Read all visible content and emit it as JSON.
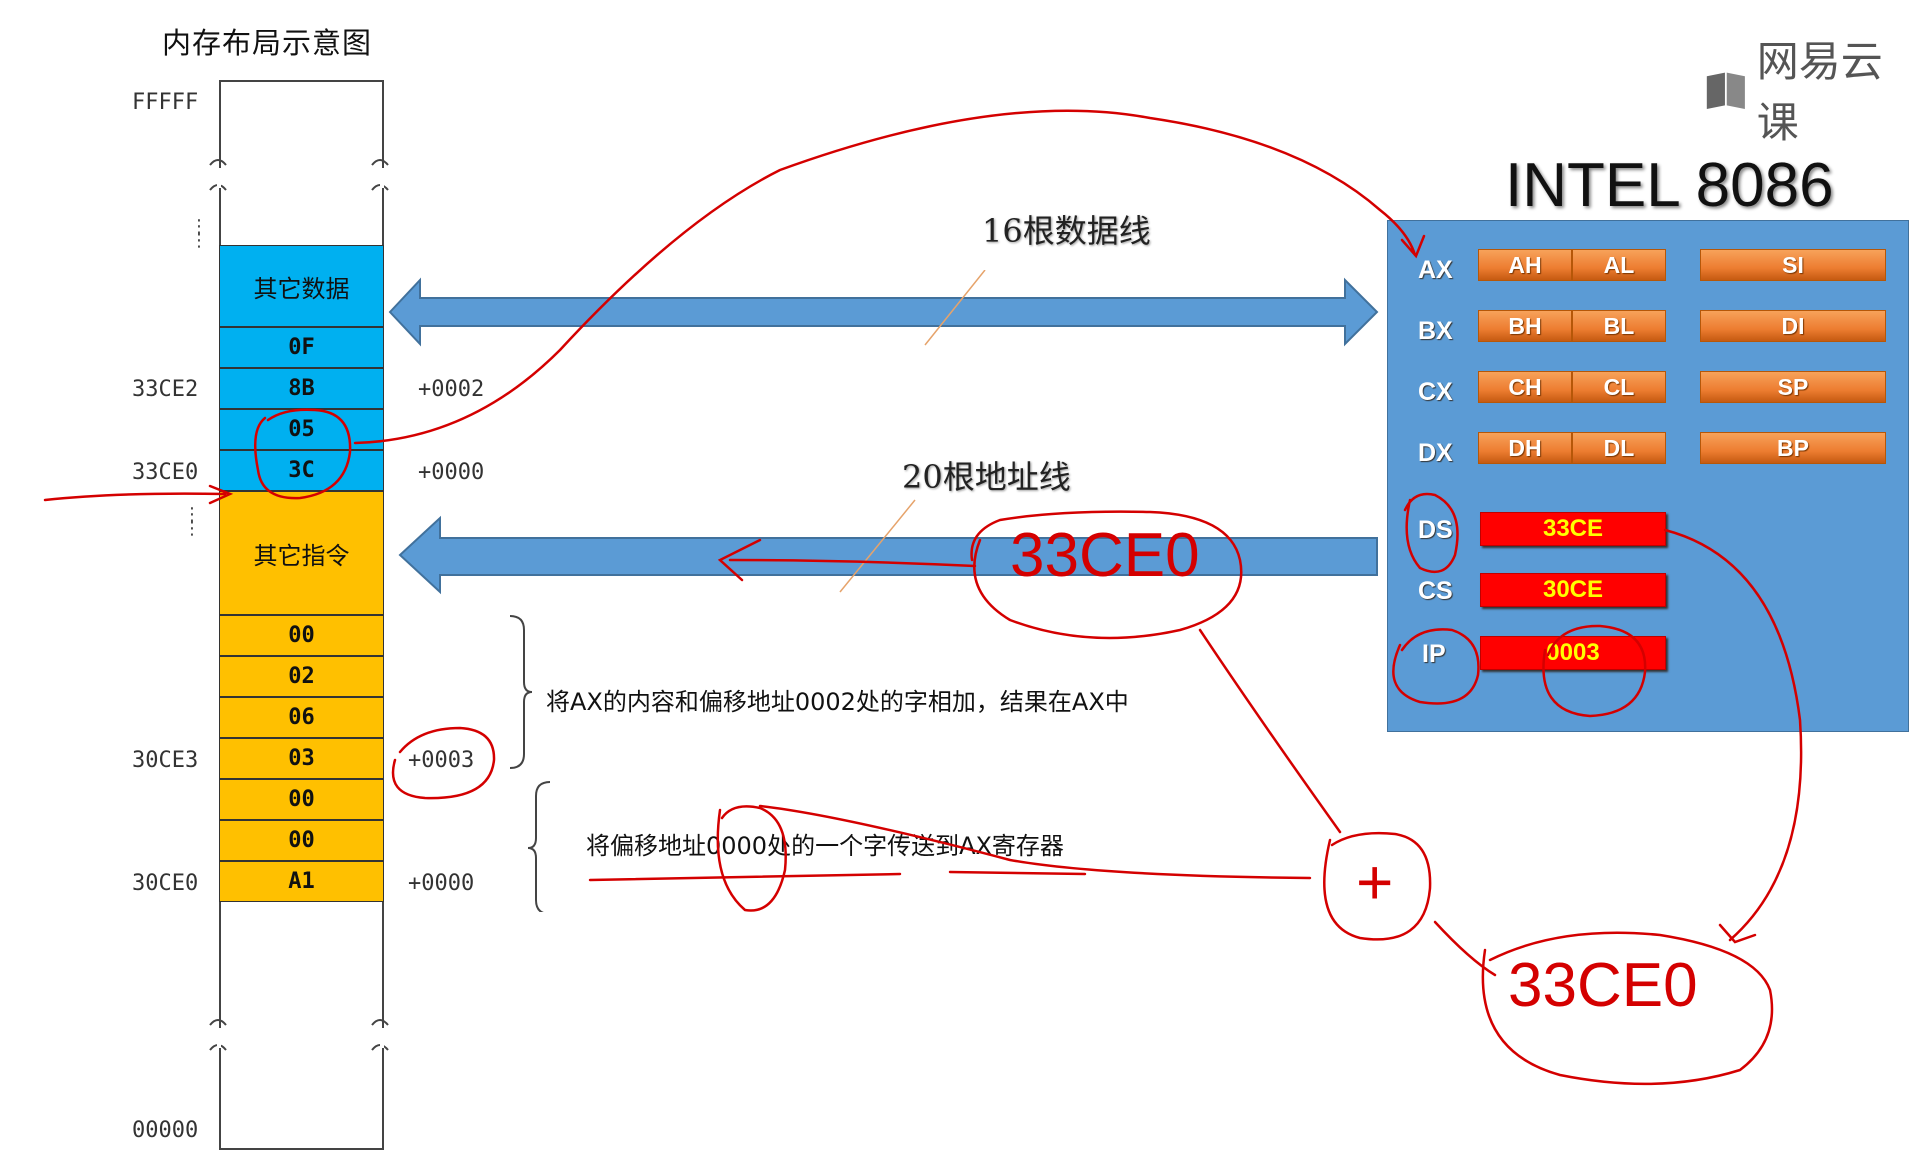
{
  "diagram_title": "内存布局示意图",
  "watermark_text": "网易云课",
  "addresses": {
    "top": "FFFFF",
    "a33CE2": "33CE2",
    "a33CE0": "33CE0",
    "a30CE3": "30CE3",
    "a30CE0": "30CE0",
    "bottom": "00000"
  },
  "memory_cells": {
    "other_data": "其它数据",
    "c0F": "0F",
    "c8B": "8B",
    "c05": "05",
    "c3C": "3C",
    "other_instr": "其它指令",
    "i00a": "00",
    "i02": "02",
    "i06": "06",
    "i03": "03",
    "i00b": "00",
    "i00c": "00",
    "iA1": "A1"
  },
  "offsets": {
    "o0002": "+0002",
    "o0000a": "+0000",
    "o0003": "+0003",
    "o0000b": "+0000"
  },
  "notes": {
    "add_note": "将AX的内容和偏移地址0002处的字相加，结果在AX中",
    "mov_note": "将偏移地址0000处的一个字传送到AX寄存器"
  },
  "buses": {
    "data_bus": "16根数据线",
    "addr_bus": "20根地址线"
  },
  "cpu": {
    "title": "INTEL 8086",
    "gp_labels": [
      "AX",
      "BX",
      "CX",
      "DX"
    ],
    "high_regs": [
      "AH",
      "BH",
      "CH",
      "DH"
    ],
    "low_regs": [
      "AL",
      "BL",
      "CL",
      "DL"
    ],
    "index_regs": [
      "SI",
      "DI",
      "SP",
      "BP"
    ],
    "seg_labels": [
      "DS",
      "CS",
      "IP"
    ],
    "seg_values": [
      "33CE",
      "30CE",
      "0003"
    ]
  },
  "handwritten": {
    "bus_value": "33CE0",
    "sum_result": "33CE0",
    "plus_sign": "+"
  },
  "colors": {
    "data_cells": "#00b0f0",
    "code_cells": "#ffc000",
    "bus_arrow": "#5b9bd5",
    "cpu_panel": "#5b9bd5",
    "register_button": "#ed7d31",
    "segment_box": "#ff0000",
    "annotation": "#d40000"
  }
}
